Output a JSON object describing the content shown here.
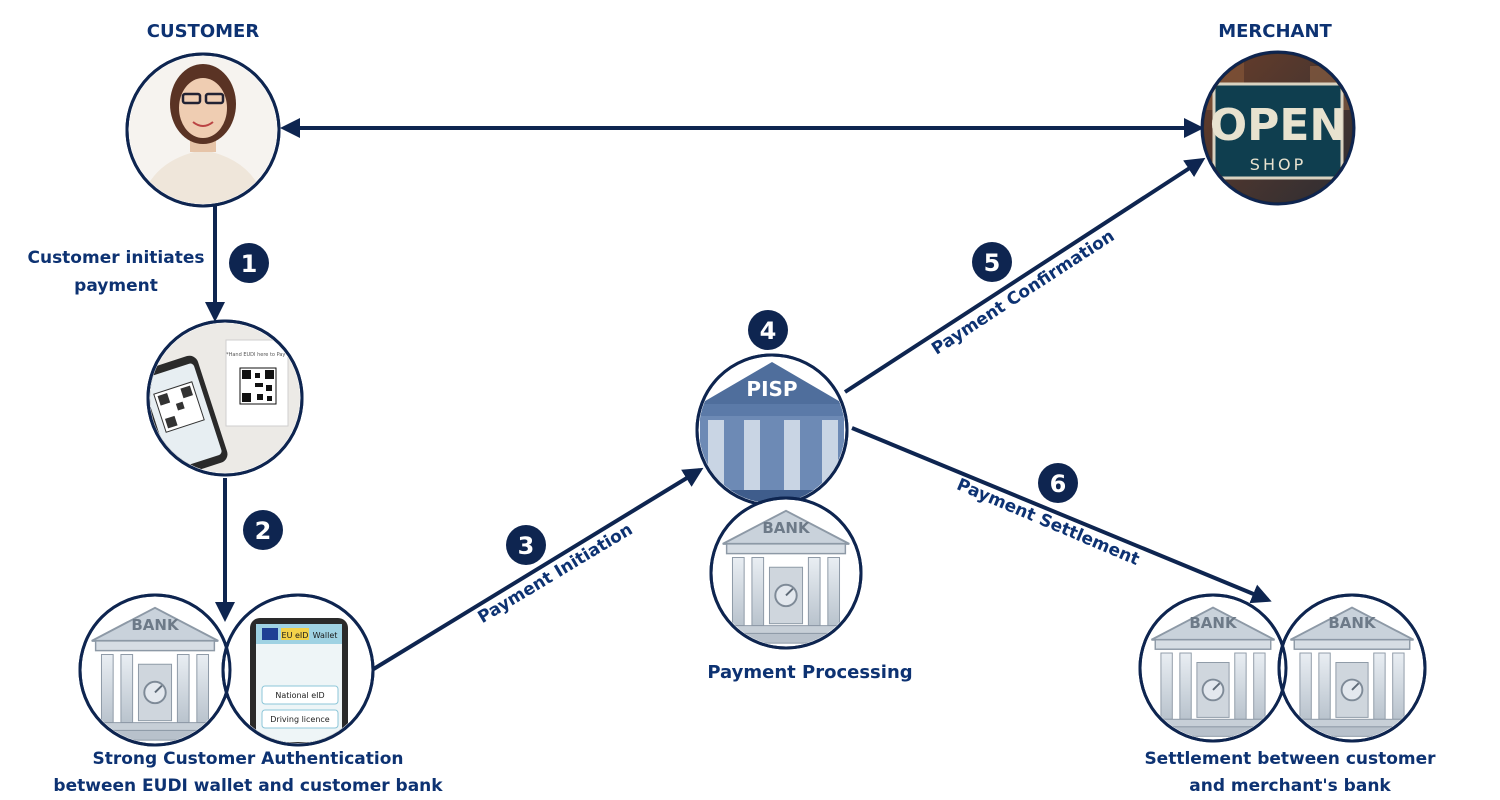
{
  "nodes": {
    "customer": {
      "title": "CUSTOMER"
    },
    "merchant": {
      "title": "MERCHANT",
      "sign_main": "OPEN",
      "sign_sub": "SHOP"
    },
    "qr": {
      "note": "*Hand EUDI here to Pay*"
    },
    "pisp": {
      "sign": "PISP",
      "caption": "Payment Processing"
    },
    "sca": {
      "caption_line1": "Strong Customer Authentication",
      "caption_line2": "between EUDI wallet and customer bank",
      "wallet_header_a": "EU eID",
      "wallet_header_b": "Wallet",
      "wallet_item1": "National eID",
      "wallet_item2": "Driving licence"
    },
    "settlement": {
      "caption_line1": "Settlement between customer",
      "caption_line2": "and merchant's bank"
    },
    "bank_sign": "BANK"
  },
  "steps": [
    {
      "number": "1",
      "label_line1": "Customer initiates",
      "label_line2": "payment"
    },
    {
      "number": "2"
    },
    {
      "number": "3",
      "label": "Payment Initiation"
    },
    {
      "number": "4"
    },
    {
      "number": "5",
      "label": "Payment Confirmation"
    },
    {
      "number": "6",
      "label": "Payment Settlement"
    }
  ],
  "colors": {
    "navy": "#0e2550",
    "label_blue": "#0d3272",
    "pisp_blue": "#5b7aa8"
  }
}
